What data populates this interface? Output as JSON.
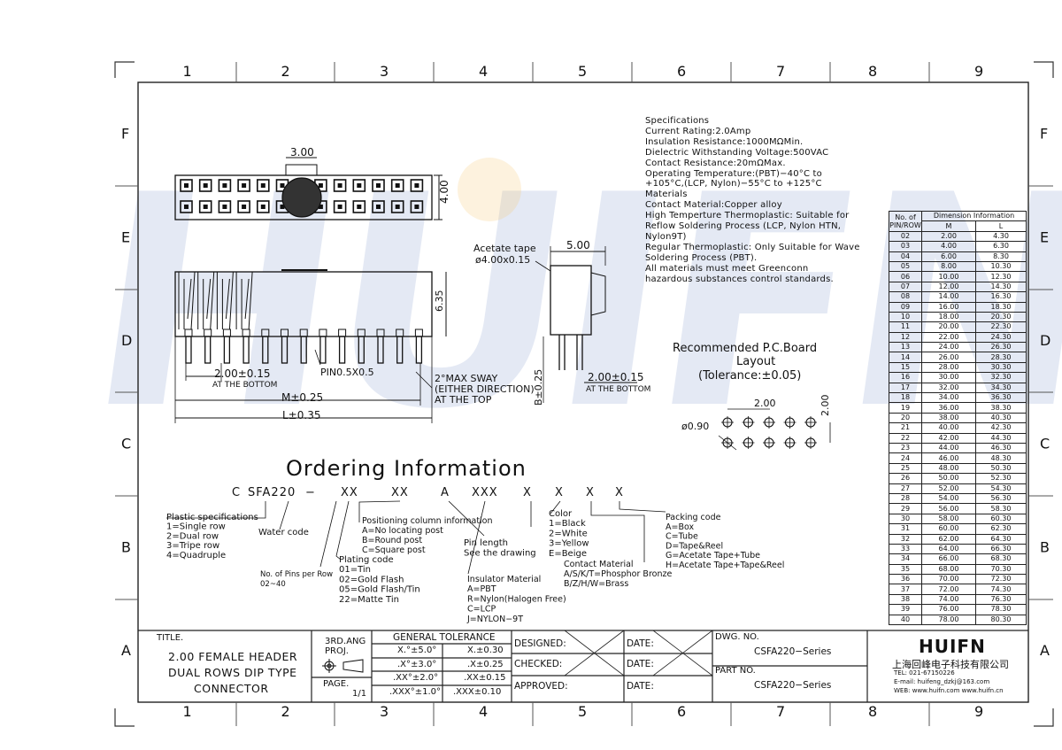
{
  "grid": {
    "columns": [
      "1",
      "2",
      "3",
      "4",
      "5",
      "6",
      "7",
      "8",
      "9"
    ],
    "rows": [
      "F",
      "E",
      "D",
      "C",
      "B",
      "A"
    ]
  },
  "watermark": "HUIFN",
  "drawing": {
    "top_view": {
      "width_label": "3.00",
      "height_label": "4.00"
    },
    "side_view": {
      "height_label": "6.35",
      "pitch_label": "2.00±0.15",
      "pitch_note": "AT THE BOTTOM",
      "pin_label": "PIN0.5X0.5",
      "m_label": "M±0.25",
      "l_label": "L±0.35",
      "sway_note": [
        "2°MAX SWAY",
        "(EITHER DIRECTION)",
        "AT THE TOP"
      ]
    },
    "end_view": {
      "tape_label": "Acetate tape",
      "tape_dim": "ø4.00x0.15",
      "width_label": "5.00",
      "b_label": "B±0.25",
      "pitch_label": "2.00±0.15",
      "pitch_note": "AT THE BOTTOM"
    },
    "pcb_layout": {
      "title": [
        "Recommended P.C.Board",
        "Layout",
        "(Tolerance:±0.05)"
      ],
      "pitch_label": "2.00",
      "row_label": "2.00",
      "hole_label": "ø0.90"
    }
  },
  "specifications": [
    "Specifications",
    "Current Rating:2.0Amp",
    "Insulation Resistance:1000MΩMin.",
    "Dielectric Withstanding Voltage:500VAC",
    "Contact Resistance:20mΩMax.",
    "Operating Temperature:(PBT)−40°C to",
    "+105°C,(LCP, Nylon)−55°C to +125°C",
    "Materials",
    "Contact Material:Copper alloy",
    "High Temperture Thermoplastic: Suitable for",
    "Reflow Soldering Process (LCP, Nylon HTN,",
    "Nylon9T)",
    "Regular Thermoplastic: Only Suitable for Wave",
    "Soldering Process (PBT).",
    "All materials must meet Greenconn",
    "hazardous substances control standards."
  ],
  "dimension_table": {
    "header_left": [
      "No. of",
      "PIN/ROW"
    ],
    "header_group": "Dimension Information",
    "col_m": "M",
    "col_l": "L",
    "rows": [
      [
        "02",
        "2.00",
        "4.30"
      ],
      [
        "03",
        "4.00",
        "6.30"
      ],
      [
        "04",
        "6.00",
        "8.30"
      ],
      [
        "05",
        "8.00",
        "10.30"
      ],
      [
        "06",
        "10.00",
        "12.30"
      ],
      [
        "07",
        "12.00",
        "14.30"
      ],
      [
        "08",
        "14.00",
        "16.30"
      ],
      [
        "09",
        "16.00",
        "18.30"
      ],
      [
        "10",
        "18.00",
        "20.30"
      ],
      [
        "11",
        "20.00",
        "22.30"
      ],
      [
        "12",
        "22.00",
        "24.30"
      ],
      [
        "13",
        "24.00",
        "26.30"
      ],
      [
        "14",
        "26.00",
        "28.30"
      ],
      [
        "15",
        "28.00",
        "30.30"
      ],
      [
        "16",
        "30.00",
        "32.30"
      ],
      [
        "17",
        "32.00",
        "34.30"
      ],
      [
        "18",
        "34.00",
        "36.30"
      ],
      [
        "19",
        "36.00",
        "38.30"
      ],
      [
        "20",
        "38.00",
        "40.30"
      ],
      [
        "21",
        "40.00",
        "42.30"
      ],
      [
        "22",
        "42.00",
        "44.30"
      ],
      [
        "23",
        "44.00",
        "46.30"
      ],
      [
        "24",
        "46.00",
        "48.30"
      ],
      [
        "25",
        "48.00",
        "50.30"
      ],
      [
        "26",
        "50.00",
        "52.30"
      ],
      [
        "27",
        "52.00",
        "54.30"
      ],
      [
        "28",
        "54.00",
        "56.30"
      ],
      [
        "29",
        "56.00",
        "58.30"
      ],
      [
        "30",
        "58.00",
        "60.30"
      ],
      [
        "31",
        "60.00",
        "62.30"
      ],
      [
        "32",
        "62.00",
        "64.30"
      ],
      [
        "33",
        "64.00",
        "66.30"
      ],
      [
        "34",
        "66.00",
        "68.30"
      ],
      [
        "35",
        "68.00",
        "70.30"
      ],
      [
        "36",
        "70.00",
        "72.30"
      ],
      [
        "37",
        "72.00",
        "74.30"
      ],
      [
        "38",
        "74.00",
        "76.30"
      ],
      [
        "39",
        "76.00",
        "78.30"
      ],
      [
        "40",
        "78.00",
        "80.30"
      ]
    ]
  },
  "ordering": {
    "title": "Ordering Information",
    "code_parts": [
      "C",
      "SFA220",
      "−",
      "XX",
      "XX",
      "A",
      "XXX",
      "X",
      "X",
      "X",
      "X"
    ],
    "plastic": [
      "Plastic specifications",
      "1=Single row",
      "2=Dual row",
      "3=Tripe row",
      "4=Quadruple"
    ],
    "water_code": "Water code",
    "pins_per_row": [
      "No. of Pins per Row",
      "02~40"
    ],
    "plating": [
      "Plating code",
      "01=Tin",
      "02=Gold Flash",
      "05=Gold Flash/Tin",
      "22=Matte Tin"
    ],
    "positioning": [
      "Positioning column information",
      "A=No locating post",
      "B=Round post",
      "C=Square post"
    ],
    "pin_length": [
      "Pin length",
      "See the drawing"
    ],
    "insulator": [
      "Insulator Material",
      "A=PBT",
      "R=Nylon(Halogen Free)",
      "C=LCP",
      "J=NYLON−9T"
    ],
    "color": [
      "Color",
      "1=Black",
      "2=White",
      "3=Yellow",
      "E=Beige"
    ],
    "contact": [
      "Contact Material",
      "A/S/K/T=Phosphor Bronze",
      "B/Z/H/W=Brass"
    ],
    "packing": [
      "Packing code",
      "A=Box",
      "C=Tube",
      "D=Tape&Reel",
      "G=Acetate Tape+Tube",
      "H=Acetate Tape+Tape&Reel"
    ]
  },
  "title_block": {
    "title_label": "TITLE.",
    "title_lines": [
      "2.00 FEMALE HEADER",
      "DUAL ROWS DIP TYPE",
      "CONNECTOR"
    ],
    "proj": [
      "3RD.ANG",
      "PROJ."
    ],
    "page_label": "PAGE.",
    "page_value": "1/1",
    "tolerance_header": "GENERAL TOLERANCE",
    "tolerance_rows": [
      [
        "X.°±5.0°",
        "X.±0.30"
      ],
      [
        ".X°±3.0°",
        ".X±0.25"
      ],
      [
        ".XX°±2.0°",
        ".XX±0.15"
      ],
      [
        ".XXX°±1.0°",
        ".XXX±0.10"
      ]
    ],
    "designed": "DESIGNED:",
    "checked": "CHECKED:",
    "approved": "APPROVED:",
    "date": "DATE:",
    "dwg_no_label": "DWG. NO.",
    "dwg_no": "CSFA220−Series",
    "part_no_label": "PART NO.",
    "part_no": "CSFA220−Series",
    "company_logo": "HUIFN",
    "company_name": "上海回峰电子科技有限公司",
    "tel": "TEL: 021-67150226",
    "email": "E-mail: huifeng_dzkj@163.com",
    "web": "WEB: www.huifn.com  www.huifn.cn"
  }
}
